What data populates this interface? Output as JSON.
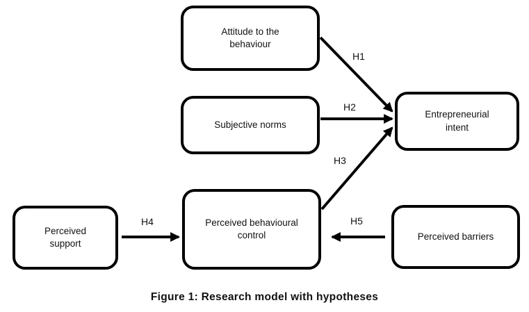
{
  "diagram": {
    "boxes": [
      {
        "label": "Attitude to the\nbehaviour"
      },
      {
        "label": "Subjective norms"
      },
      {
        "label": "Entrepreneurial\nintent"
      },
      {
        "label": "Perceived\nsupport"
      },
      {
        "label": "Perceived behavioural\ncontrol"
      },
      {
        "label": "Perceived barriers"
      }
    ],
    "arrows": [
      {
        "label": "H1",
        "from": "Attitude to the behaviour",
        "to": "Entrepreneurial intent"
      },
      {
        "label": "H2",
        "from": "Subjective norms",
        "to": "Entrepreneurial intent"
      },
      {
        "label": "H3",
        "from": "Perceived behavioural control",
        "to": "Entrepreneurial intent"
      },
      {
        "label": "H4",
        "from": "Perceived support",
        "to": "Perceived behavioural control"
      },
      {
        "label": "H5",
        "from": "Perceived barriers",
        "to": "Perceived behavioural control"
      }
    ],
    "caption": "Figure 1: Research model with hypotheses",
    "colors": {
      "line": "#000000",
      "background": "#ffffff",
      "text": "#111111"
    }
  }
}
